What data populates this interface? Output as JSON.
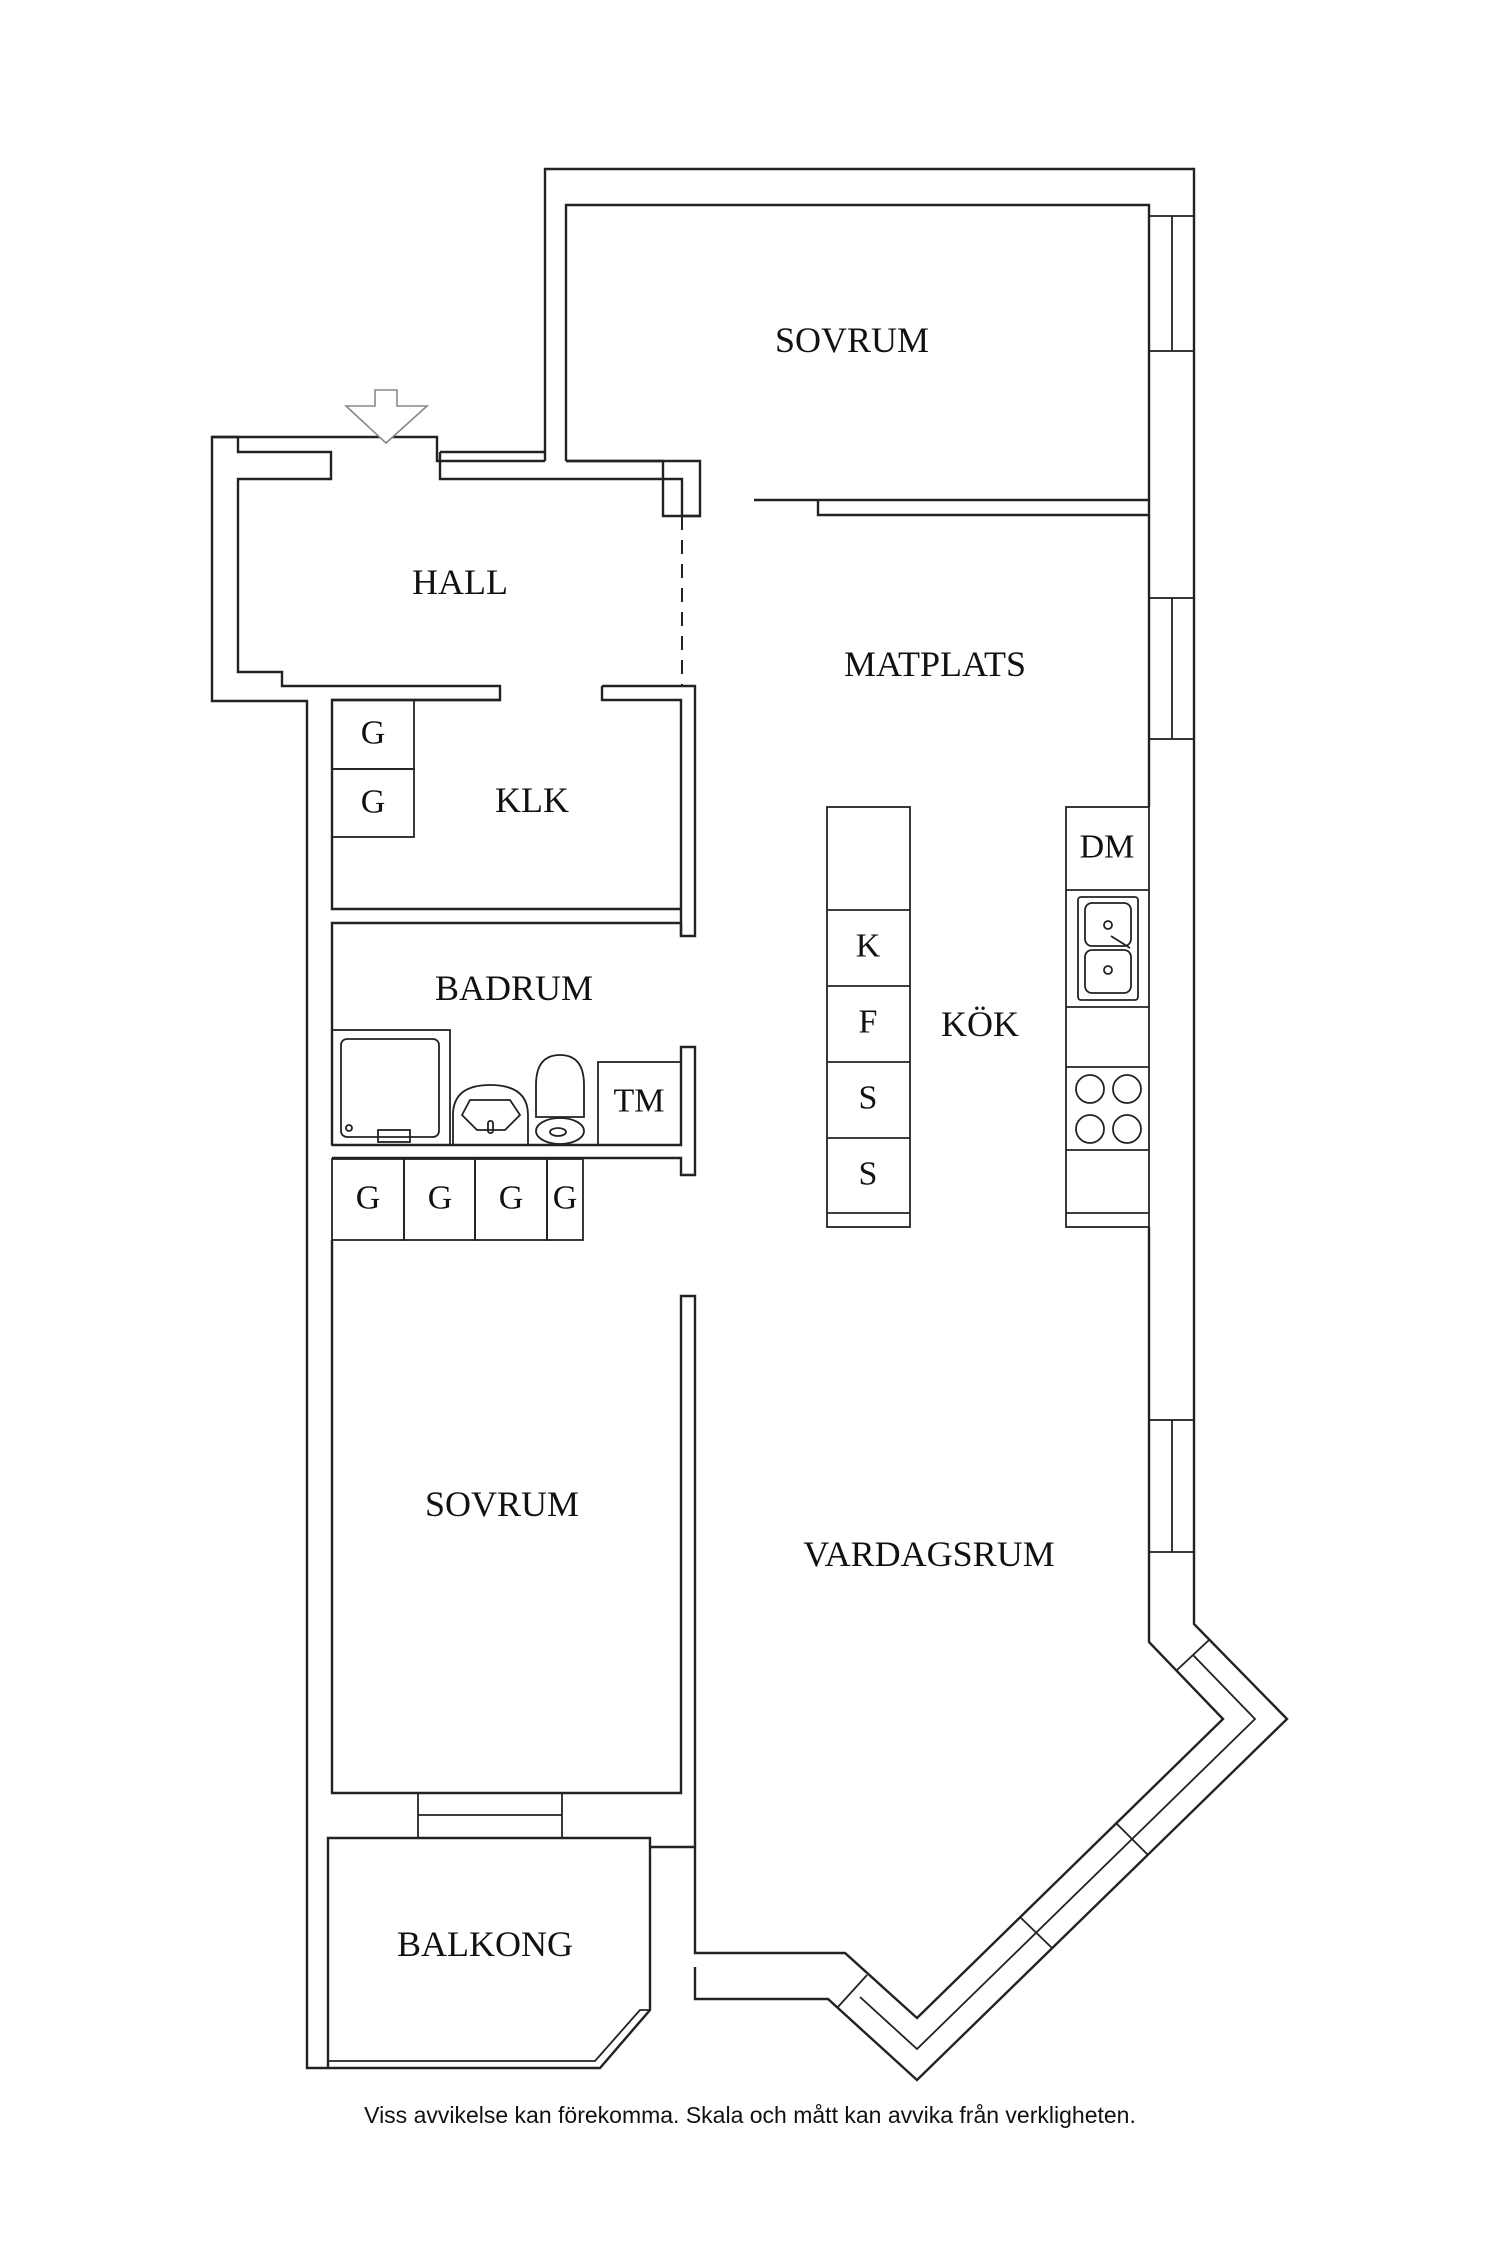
{
  "plan": {
    "entrance_icon": "entrance-arrow-icon",
    "rooms": {
      "sovrum_top": "SOVRUM",
      "hall": "HALL",
      "matplats": "MATPLATS",
      "klk": "KLK",
      "badrum": "BADRUM",
      "kok": "KÖK",
      "sovrum_bottom": "SOVRUM",
      "vardagsrum": "VARDAGSRUM",
      "balkong": "BALKONG"
    },
    "fixtures": {
      "klk_closets": [
        "G",
        "G"
      ],
      "bath_closets": [
        "G",
        "G",
        "G",
        "G"
      ],
      "tm": "TM",
      "dm": "DM",
      "island": [
        "K",
        "F",
        "S",
        "S"
      ],
      "sink_icon": "double-sink-icon",
      "stove_icon": "stove-icon",
      "shower_icon": "shower-icon",
      "washbasin_icon": "washbasin-icon",
      "toilet_icon": "toilet-icon"
    }
  },
  "footer": {
    "disclaimer": "Viss avvikelse kan förekomma. Skala och mått kan avvika från verkligheten."
  }
}
